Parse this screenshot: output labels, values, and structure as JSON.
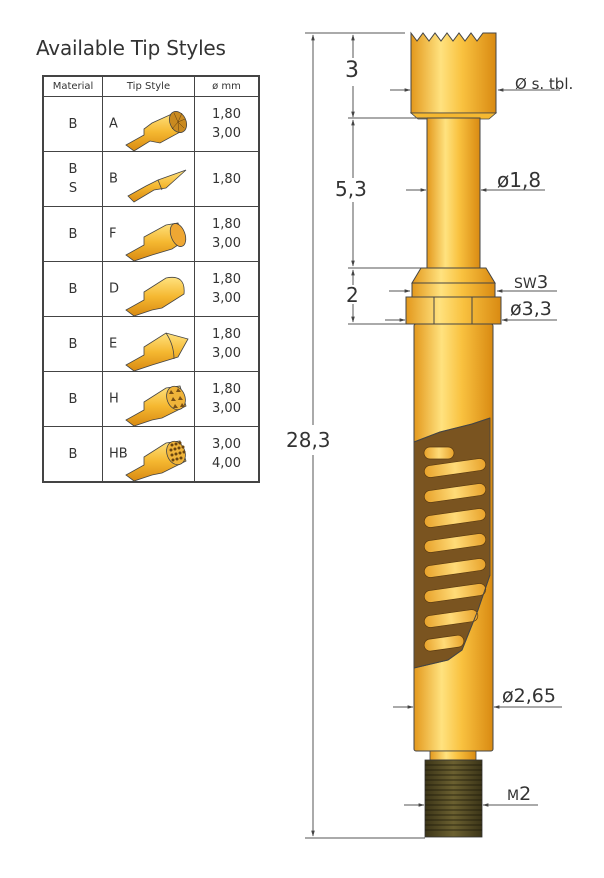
{
  "title": "Available Tip Styles",
  "table": {
    "headers": [
      "Material",
      "Tip Style",
      "ø mm"
    ],
    "rows": [
      {
        "material": "B",
        "tip": "A",
        "icon": "crown-serrated-tip-icon",
        "diameters": [
          "1,80",
          "3,00"
        ]
      },
      {
        "material": "B\nS",
        "material_lines": [
          "B",
          "S"
        ],
        "tip": "B",
        "icon": "spear-point-tip-icon",
        "diameters": [
          "1,80"
        ]
      },
      {
        "material": "B",
        "tip": "F",
        "icon": "flat-tip-icon",
        "diameters": [
          "1,80",
          "3,00"
        ]
      },
      {
        "material": "B",
        "tip": "D",
        "icon": "rounded-tip-icon",
        "diameters": [
          "1,80",
          "3,00"
        ]
      },
      {
        "material": "B",
        "tip": "E",
        "icon": "conical-tip-icon",
        "diameters": [
          "1,80",
          "3,00"
        ]
      },
      {
        "material": "B",
        "tip": "H",
        "icon": "multi-point-tip-icon",
        "diameters": [
          "1,80",
          "3,00"
        ]
      },
      {
        "material": "B",
        "tip": "HB",
        "icon": "fine-multi-point-tip-icon",
        "diameters": [
          "3,00",
          "4,00"
        ]
      }
    ]
  },
  "dimensions": {
    "head_length": "3",
    "head_diameter": "Ø s. tbl.",
    "plunger_length": "5,3",
    "plunger_diameter": "ø1,8",
    "collar_length": "2",
    "wrench_size_prefix": "SW",
    "wrench_size_value": "3",
    "collar_diameter": "ø3,3",
    "total_length": "28,3",
    "barrel_diameter": "ø2,65",
    "thread_prefix": "M",
    "thread_value": "2"
  },
  "colors": {
    "gold_light": "#FFE07A",
    "gold_mid": "#F5B831",
    "gold_dark": "#D98E16",
    "spring_bg": "#7A5420",
    "thread_dark": "#4A4224",
    "line": "#333333",
    "dim_line": "#555555"
  }
}
